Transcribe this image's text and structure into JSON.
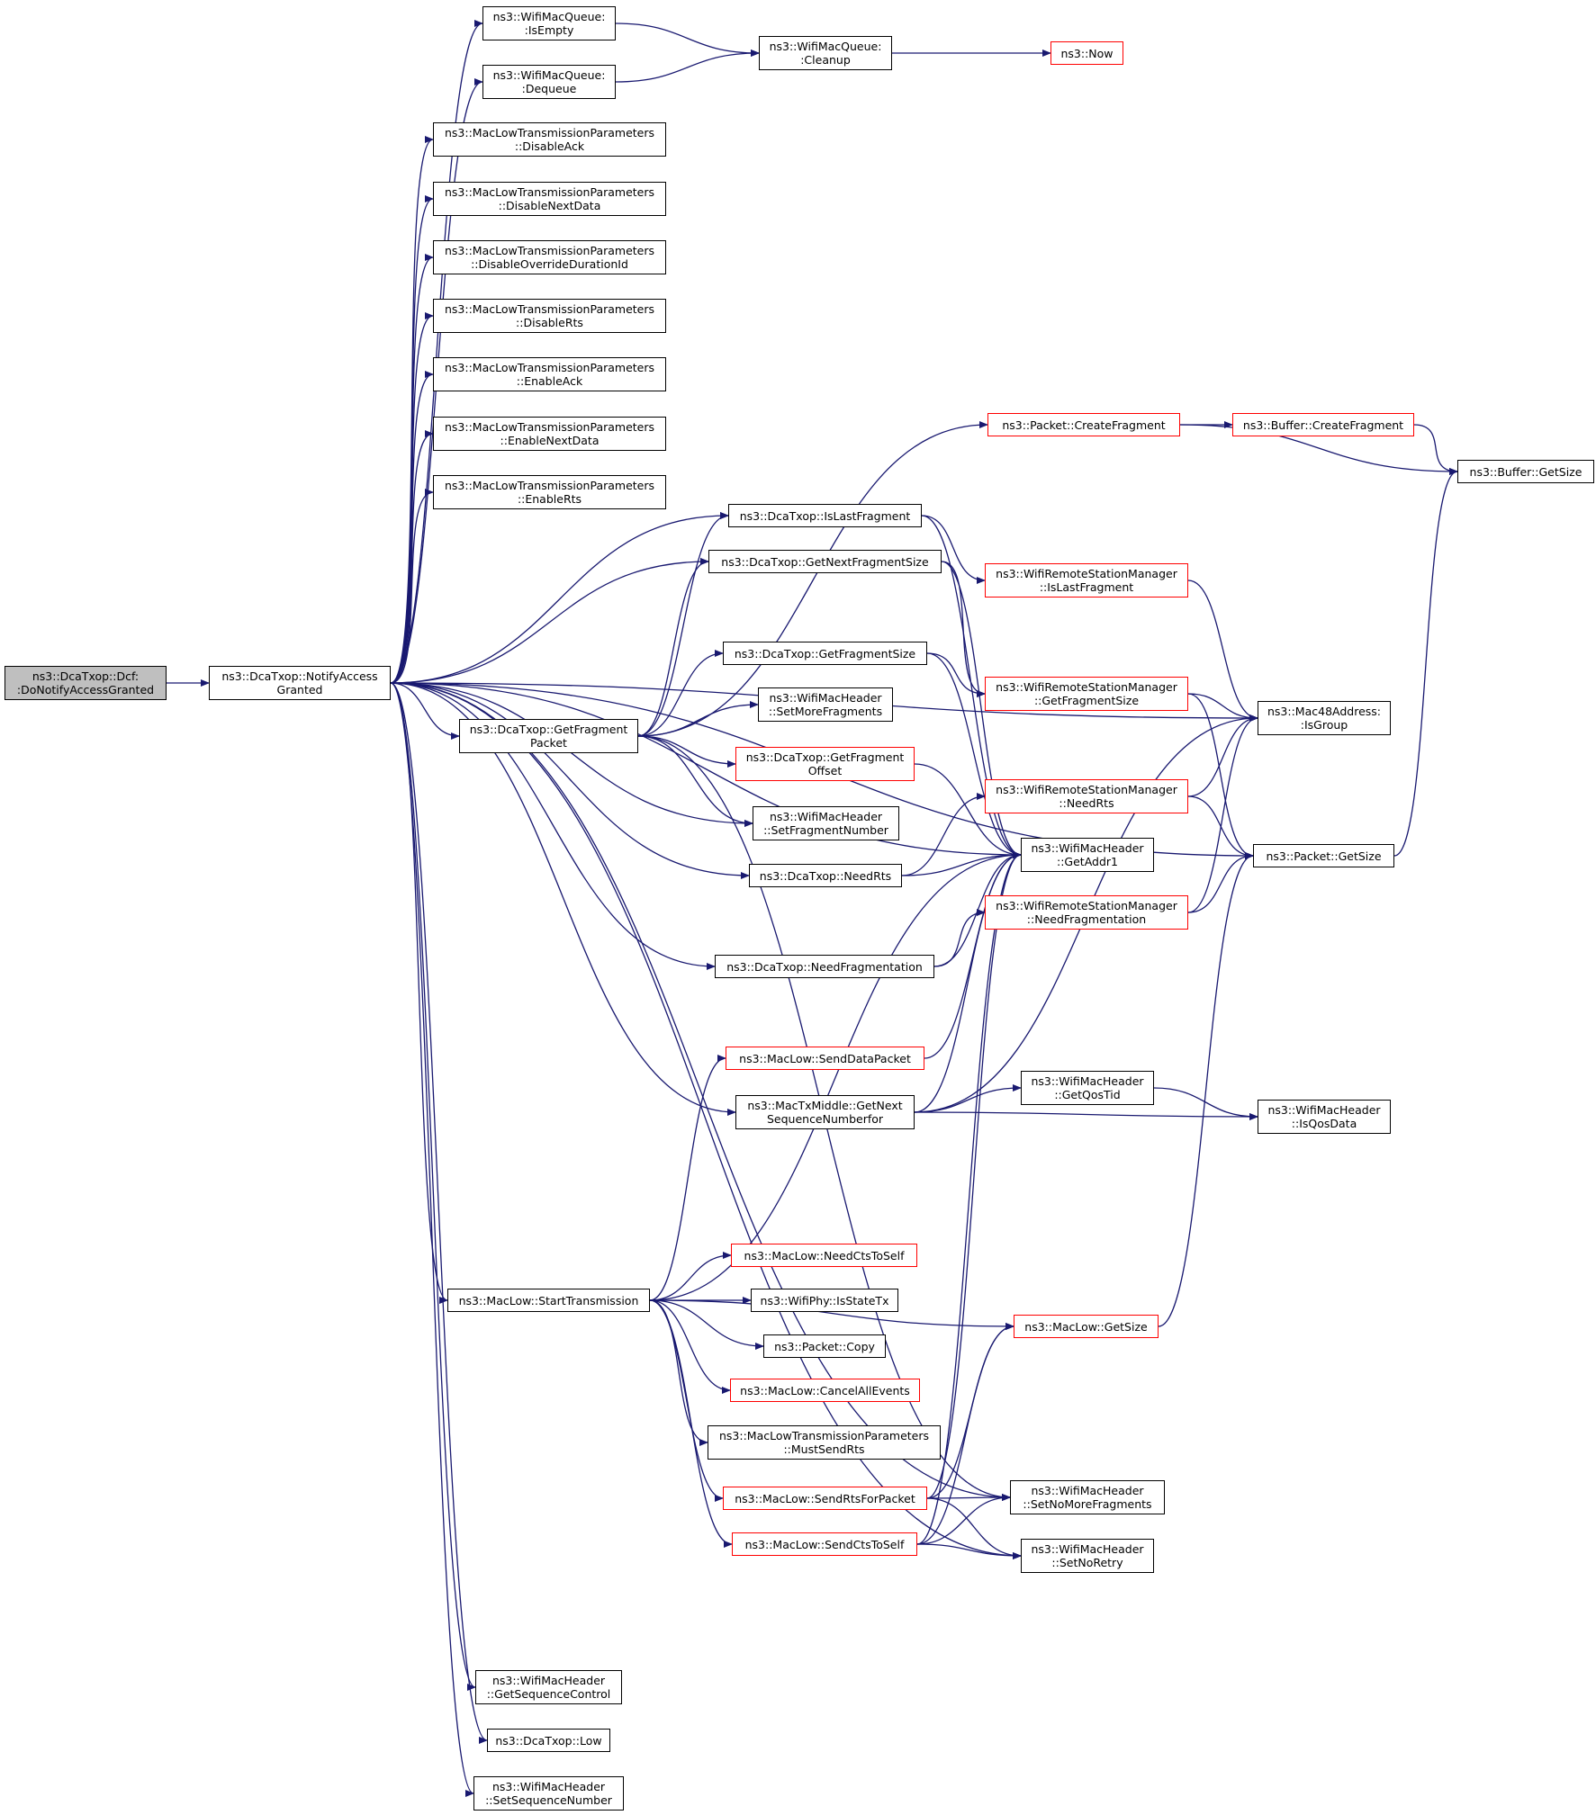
{
  "diagram": {
    "type": "call-graph",
    "edge_color": "#191970",
    "node_border_default": "#000000",
    "node_border_incomplete": "#ff0000",
    "root_fill": "#bfbfbf",
    "nodes": [
      {
        "id": "n0",
        "lines": [
          "ns3::DcaTxop::Dcf:",
          ":DoNotifyAccessGranted"
        ],
        "border": "black",
        "root": true
      },
      {
        "id": "n1",
        "lines": [
          "ns3::DcaTxop::NotifyAccess",
          "Granted"
        ],
        "border": "black"
      },
      {
        "id": "n2",
        "lines": [
          "ns3::WifiMacQueue:",
          ":IsEmpty"
        ],
        "border": "black"
      },
      {
        "id": "n3",
        "lines": [
          "ns3::WifiMacQueue:",
          ":Dequeue"
        ],
        "border": "black"
      },
      {
        "id": "n4",
        "lines": [
          "ns3::WifiMacQueue:",
          ":Cleanup"
        ],
        "border": "black"
      },
      {
        "id": "n5",
        "lines": [
          "ns3::Now"
        ],
        "border": "red"
      },
      {
        "id": "n6",
        "lines": [
          "ns3::MacLowTransmissionParameters",
          "::DisableAck"
        ],
        "border": "black"
      },
      {
        "id": "n7",
        "lines": [
          "ns3::MacLowTransmissionParameters",
          "::DisableNextData"
        ],
        "border": "black"
      },
      {
        "id": "n8",
        "lines": [
          "ns3::MacLowTransmissionParameters",
          "::DisableOverrideDurationId"
        ],
        "border": "black"
      },
      {
        "id": "n9",
        "lines": [
          "ns3::MacLowTransmissionParameters",
          "::DisableRts"
        ],
        "border": "black"
      },
      {
        "id": "n10",
        "lines": [
          "ns3::MacLowTransmissionParameters",
          "::EnableAck"
        ],
        "border": "black"
      },
      {
        "id": "n11",
        "lines": [
          "ns3::MacLowTransmissionParameters",
          "::EnableNextData"
        ],
        "border": "black"
      },
      {
        "id": "n12",
        "lines": [
          "ns3::MacLowTransmissionParameters",
          "::EnableRts"
        ],
        "border": "black"
      },
      {
        "id": "n13",
        "lines": [
          "ns3::Packet::CreateFragment"
        ],
        "border": "red"
      },
      {
        "id": "n14",
        "lines": [
          "ns3::Buffer::CreateFragment"
        ],
        "border": "red"
      },
      {
        "id": "n15",
        "lines": [
          "ns3::Buffer::GetSize"
        ],
        "border": "black"
      },
      {
        "id": "n16",
        "lines": [
          "ns3::DcaTxop::IsLastFragment"
        ],
        "border": "black"
      },
      {
        "id": "n17",
        "lines": [
          "ns3::DcaTxop::GetNextFragmentSize"
        ],
        "border": "black"
      },
      {
        "id": "n18",
        "lines": [
          "ns3::WifiRemoteStationManager",
          "::IsLastFragment"
        ],
        "border": "red"
      },
      {
        "id": "n19",
        "lines": [
          "ns3::DcaTxop::GetFragmentSize"
        ],
        "border": "black"
      },
      {
        "id": "n20",
        "lines": [
          "ns3::WifiRemoteStationManager",
          "::GetFragmentSize"
        ],
        "border": "red"
      },
      {
        "id": "n21",
        "lines": [
          "ns3::Mac48Address:",
          ":IsGroup"
        ],
        "border": "black"
      },
      {
        "id": "n22",
        "lines": [
          "ns3::DcaTxop::GetFragment",
          "Packet"
        ],
        "border": "black"
      },
      {
        "id": "n23",
        "lines": [
          "ns3::WifiMacHeader",
          "::SetMoreFragments"
        ],
        "border": "black"
      },
      {
        "id": "n24",
        "lines": [
          "ns3::DcaTxop::GetFragment",
          "Offset"
        ],
        "border": "red"
      },
      {
        "id": "n25",
        "lines": [
          "ns3::WifiRemoteStationManager",
          "::NeedRts"
        ],
        "border": "red"
      },
      {
        "id": "n26",
        "lines": [
          "ns3::WifiMacHeader",
          "::SetFragmentNumber"
        ],
        "border": "black"
      },
      {
        "id": "n27",
        "lines": [
          "ns3::DcaTxop::NeedRts"
        ],
        "border": "black"
      },
      {
        "id": "n28",
        "lines": [
          "ns3::WifiMacHeader",
          "::GetAddr1"
        ],
        "border": "black"
      },
      {
        "id": "n29",
        "lines": [
          "ns3::Packet::GetSize"
        ],
        "border": "black"
      },
      {
        "id": "n30",
        "lines": [
          "ns3::WifiRemoteStationManager",
          "::NeedFragmentation"
        ],
        "border": "red"
      },
      {
        "id": "n31",
        "lines": [
          "ns3::DcaTxop::NeedFragmentation"
        ],
        "border": "black"
      },
      {
        "id": "n32",
        "lines": [
          "ns3::MacLow::SendDataPacket"
        ],
        "border": "red"
      },
      {
        "id": "n33",
        "lines": [
          "ns3::MacTxMiddle::GetNext",
          "SequenceNumberfor"
        ],
        "border": "black"
      },
      {
        "id": "n34",
        "lines": [
          "ns3::WifiMacHeader",
          "::GetQosTid"
        ],
        "border": "black"
      },
      {
        "id": "n35",
        "lines": [
          "ns3::WifiMacHeader",
          "::IsQosData"
        ],
        "border": "black"
      },
      {
        "id": "n36",
        "lines": [
          "ns3::MacLow::NeedCtsToSelf"
        ],
        "border": "red"
      },
      {
        "id": "n37",
        "lines": [
          "ns3::MacLow::StartTransmission"
        ],
        "border": "black"
      },
      {
        "id": "n38",
        "lines": [
          "ns3::WifiPhy::IsStateTx"
        ],
        "border": "black"
      },
      {
        "id": "n39",
        "lines": [
          "ns3::MacLow::GetSize"
        ],
        "border": "red"
      },
      {
        "id": "n40",
        "lines": [
          "ns3::Packet::Copy"
        ],
        "border": "black"
      },
      {
        "id": "n41",
        "lines": [
          "ns3::MacLow::CancelAllEvents"
        ],
        "border": "red"
      },
      {
        "id": "n42",
        "lines": [
          "ns3::MacLowTransmissionParameters",
          "::MustSendRts"
        ],
        "border": "black"
      },
      {
        "id": "n43",
        "lines": [
          "ns3::MacLow::SendRtsForPacket"
        ],
        "border": "red"
      },
      {
        "id": "n44",
        "lines": [
          "ns3::WifiMacHeader",
          "::SetNoMoreFragments"
        ],
        "border": "black"
      },
      {
        "id": "n45",
        "lines": [
          "ns3::MacLow::SendCtsToSelf"
        ],
        "border": "red"
      },
      {
        "id": "n46",
        "lines": [
          "ns3::WifiMacHeader",
          "::SetNoRetry"
        ],
        "border": "black"
      },
      {
        "id": "n47",
        "lines": [
          "ns3::WifiMacHeader",
          "::GetSequenceControl"
        ],
        "border": "black"
      },
      {
        "id": "n48",
        "lines": [
          "ns3::DcaTxop::Low"
        ],
        "border": "black"
      },
      {
        "id": "n49",
        "lines": [
          "ns3::WifiMacHeader",
          "::SetSequenceNumber"
        ],
        "border": "black"
      }
    ],
    "edges": [
      [
        "n0",
        "n1"
      ],
      [
        "n1",
        "n2"
      ],
      [
        "n1",
        "n3"
      ],
      [
        "n1",
        "n6"
      ],
      [
        "n1",
        "n7"
      ],
      [
        "n1",
        "n8"
      ],
      [
        "n1",
        "n9"
      ],
      [
        "n1",
        "n10"
      ],
      [
        "n1",
        "n11"
      ],
      [
        "n1",
        "n12"
      ],
      [
        "n1",
        "n16"
      ],
      [
        "n1",
        "n17"
      ],
      [
        "n1",
        "n21"
      ],
      [
        "n1",
        "n28"
      ],
      [
        "n1",
        "n22"
      ],
      [
        "n1",
        "n26"
      ],
      [
        "n1",
        "n27"
      ],
      [
        "n1",
        "n31"
      ],
      [
        "n1",
        "n29"
      ],
      [
        "n1",
        "n33"
      ],
      [
        "n1",
        "n37"
      ],
      [
        "n1",
        "n44"
      ],
      [
        "n1",
        "n46"
      ],
      [
        "n1",
        "n47"
      ],
      [
        "n1",
        "n48"
      ],
      [
        "n1",
        "n49"
      ],
      [
        "n2",
        "n4"
      ],
      [
        "n3",
        "n4"
      ],
      [
        "n4",
        "n5"
      ],
      [
        "n13",
        "n14"
      ],
      [
        "n13",
        "n15"
      ],
      [
        "n14",
        "n15"
      ],
      [
        "n16",
        "n18"
      ],
      [
        "n16",
        "n28"
      ],
      [
        "n17",
        "n20"
      ],
      [
        "n17",
        "n28"
      ],
      [
        "n18",
        "n21"
      ],
      [
        "n19",
        "n20"
      ],
      [
        "n19",
        "n28"
      ],
      [
        "n20",
        "n21"
      ],
      [
        "n20",
        "n29"
      ],
      [
        "n22",
        "n13"
      ],
      [
        "n22",
        "n16"
      ],
      [
        "n22",
        "n17"
      ],
      [
        "n22",
        "n19"
      ],
      [
        "n22",
        "n23"
      ],
      [
        "n22",
        "n24"
      ],
      [
        "n22",
        "n26"
      ],
      [
        "n22",
        "n44"
      ],
      [
        "n24",
        "n28"
      ],
      [
        "n25",
        "n21"
      ],
      [
        "n25",
        "n29"
      ],
      [
        "n27",
        "n25"
      ],
      [
        "n27",
        "n28"
      ],
      [
        "n29",
        "n15"
      ],
      [
        "n30",
        "n21"
      ],
      [
        "n30",
        "n29"
      ],
      [
        "n31",
        "n30"
      ],
      [
        "n31",
        "n28"
      ],
      [
        "n32",
        "n28"
      ],
      [
        "n33",
        "n28"
      ],
      [
        "n33",
        "n21"
      ],
      [
        "n33",
        "n34"
      ],
      [
        "n33",
        "n35"
      ],
      [
        "n34",
        "n35"
      ],
      [
        "n37",
        "n28"
      ],
      [
        "n37",
        "n32"
      ],
      [
        "n37",
        "n36"
      ],
      [
        "n37",
        "n38"
      ],
      [
        "n37",
        "n39"
      ],
      [
        "n37",
        "n40"
      ],
      [
        "n37",
        "n41"
      ],
      [
        "n37",
        "n42"
      ],
      [
        "n37",
        "n43"
      ],
      [
        "n37",
        "n45"
      ],
      [
        "n39",
        "n29"
      ],
      [
        "n43",
        "n39"
      ],
      [
        "n43",
        "n44"
      ],
      [
        "n43",
        "n46"
      ],
      [
        "n43",
        "n28"
      ],
      [
        "n45",
        "n39"
      ],
      [
        "n45",
        "n44"
      ],
      [
        "n45",
        "n46"
      ],
      [
        "n45",
        "n28"
      ]
    ]
  }
}
